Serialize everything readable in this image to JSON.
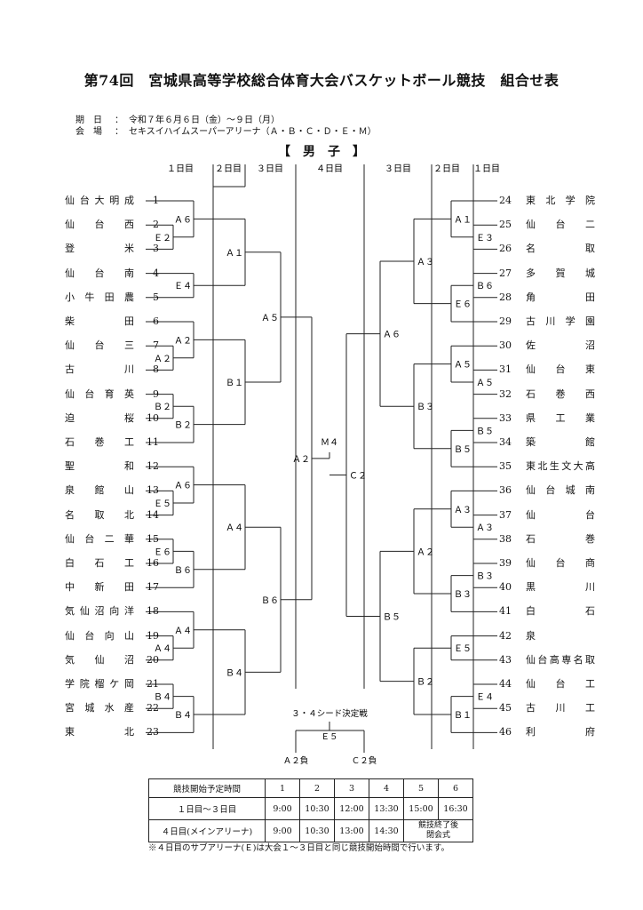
{
  "title": "第74回　宮城県高等学校総合体育大会バスケットボール競技　組合せ表",
  "meta": {
    "date_label": "期　日",
    "date_value": "令和７年６月６日（金）～９日（月）",
    "venue_label": "会　場",
    "venue_value": "セキスイハイムスーパーアリーナ（Ａ・Ｂ・Ｃ・Ｄ・Ｅ・Ｍ）",
    "colon": "："
  },
  "section": "【　男　子　】",
  "day_headers": {
    "l1": "１日目",
    "l2": "２日目",
    "l3": "３日目",
    "c4": "４日目",
    "r3": "３日目",
    "r2": "２日目",
    "r1": "１日目"
  },
  "left_teams": [
    {
      "name": "仙台大明成",
      "seed": "1"
    },
    {
      "name": "仙台西",
      "seed": "2"
    },
    {
      "name": "登米",
      "seed": "3"
    },
    {
      "name": "仙台南",
      "seed": "4"
    },
    {
      "name": "小牛田農",
      "seed": "5"
    },
    {
      "name": "柴田",
      "seed": "6"
    },
    {
      "name": "仙台三",
      "seed": "7"
    },
    {
      "name": "古川",
      "seed": "8"
    },
    {
      "name": "仙台育英",
      "seed": "9"
    },
    {
      "name": "迫桜",
      "seed": "10"
    },
    {
      "name": "石巻工",
      "seed": "11"
    },
    {
      "name": "聖和",
      "seed": "12"
    },
    {
      "name": "泉館山",
      "seed": "13"
    },
    {
      "name": "名取北",
      "seed": "14"
    },
    {
      "name": "仙台二華",
      "seed": "15"
    },
    {
      "name": "白石工",
      "seed": "16"
    },
    {
      "name": "中新田",
      "seed": "17"
    },
    {
      "name": "気仙沼向洋",
      "seed": "18"
    },
    {
      "name": "仙台向山",
      "seed": "19"
    },
    {
      "name": "気仙沼",
      "seed": "20"
    },
    {
      "name": "学院榴ケ岡",
      "seed": "21"
    },
    {
      "name": "宮城水産",
      "seed": "22"
    },
    {
      "name": "東北",
      "seed": "23"
    }
  ],
  "right_teams": [
    {
      "name": "東北学院",
      "seed": "24"
    },
    {
      "name": "仙台二",
      "seed": "25"
    },
    {
      "name": "名取",
      "seed": "26"
    },
    {
      "name": "多賀城",
      "seed": "27"
    },
    {
      "name": "角田",
      "seed": "28"
    },
    {
      "name": "古川学園",
      "seed": "29"
    },
    {
      "name": "佐沼",
      "seed": "30"
    },
    {
      "name": "仙台東",
      "seed": "31"
    },
    {
      "name": "石巻西",
      "seed": "32"
    },
    {
      "name": "県工業",
      "seed": "33"
    },
    {
      "name": "築館",
      "seed": "34"
    },
    {
      "name": "東北生文大高",
      "seed": "35"
    },
    {
      "name": "仙台城南",
      "seed": "36"
    },
    {
      "name": "仙台",
      "seed": "37"
    },
    {
      "name": "石巻",
      "seed": "38"
    },
    {
      "name": "仙台商",
      "seed": "39"
    },
    {
      "name": "黒川",
      "seed": "40"
    },
    {
      "name": "白石",
      "seed": "41"
    },
    {
      "name": "泉",
      "seed": "42"
    },
    {
      "name": "仙台高専名取",
      "seed": "43"
    },
    {
      "name": "仙台工",
      "seed": "44"
    },
    {
      "name": "古川工",
      "seed": "45"
    },
    {
      "name": "利府",
      "seed": "46"
    }
  ],
  "courts": {
    "L1a": "Ａ６",
    "L1b": "Ｅ２",
    "L2a": "Ａ１",
    "L1c": "Ｅ４",
    "L1d": "Ａ２",
    "L1e": "Ａ２",
    "L2b": "Ｂ１",
    "L1f": "Ｂ２",
    "L1g": "Ｂ２",
    "L3a": "Ａ５",
    "L1h": "Ａ６",
    "L1i": "Ｅ５",
    "L2c": "Ａ４",
    "L1j": "Ｅ６",
    "L1k": "Ｂ６",
    "L1l": "Ａ４",
    "L1m": "Ａ４",
    "L2d": "Ｂ４",
    "L1n": "Ｂ４",
    "L1o": "Ｂ４",
    "L3b": "Ｂ６",
    "SF_L": "Ａ２",
    "FIN": "Ｍ４",
    "SF_R": "Ｃ２",
    "R1a": "Ａ１",
    "R1b": "Ｅ３",
    "R2a": "Ａ３",
    "R1c": "Ｂ６",
    "R1d": "Ｅ６",
    "R1e": "Ａ５",
    "R1f": "Ａ５",
    "R2b": "Ｂ３",
    "R1g": "Ｂ５",
    "R1h": "Ｂ５",
    "R3a": "Ａ６",
    "R1i": "Ａ３",
    "R1j": "Ａ３",
    "R2c": "Ａ２",
    "R1k": "Ｂ３",
    "R1l": "Ｂ３",
    "R1m": "Ｅ５",
    "R1n": "Ｅ４",
    "R2d": "Ｂ２",
    "R1o": "Ｂ１",
    "R3b": "Ｂ５"
  },
  "third_place": {
    "title": "３・４シード決定戦",
    "court": "Ｅ５",
    "left_label": "Ａ２負",
    "right_label": "Ｃ２負"
  },
  "schedule": {
    "header_label": "競技開始予定時間",
    "columns": [
      "1",
      "2",
      "3",
      "4",
      "5",
      "6"
    ],
    "row1_label": "１日目～３日目",
    "row1": [
      "9:00",
      "10:30",
      "12:00",
      "13:30",
      "15:00",
      "16:30"
    ],
    "row2_label": "４日目(メインアリーナ)",
    "row2": [
      "9:00",
      "10:30",
      "13:00",
      "14:30"
    ],
    "row2_note_a": "競技終了後",
    "row2_note_b": "閉会式"
  },
  "footnote": "※４日目のサブアリーナ(Ｅ)は大会１～３日目と同じ競技開始時間で行います。"
}
